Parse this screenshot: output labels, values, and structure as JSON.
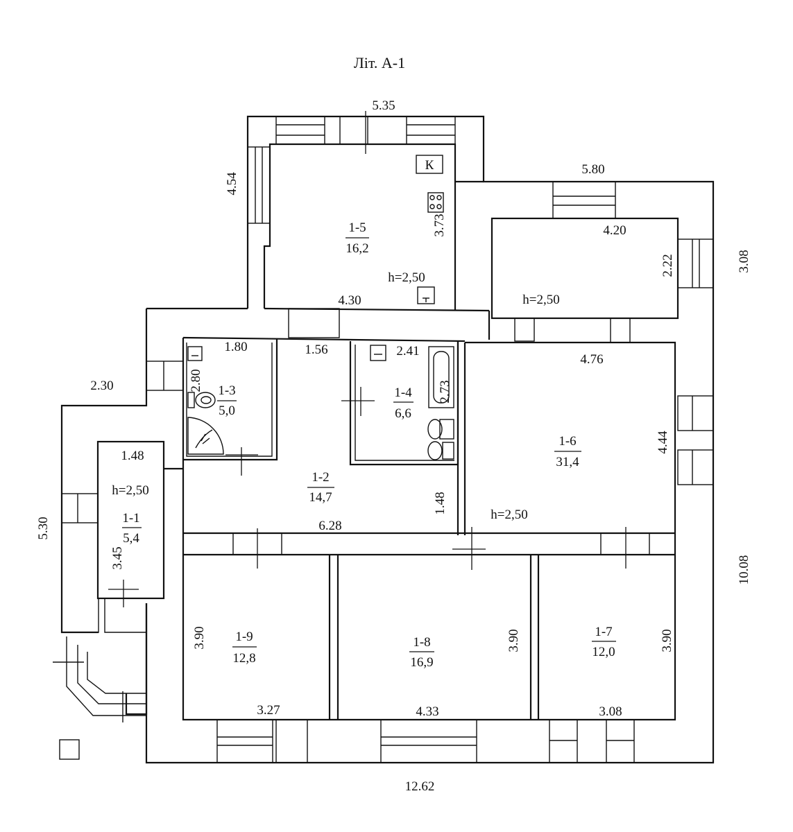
{
  "title": "Літ. А-1",
  "outer_dimensions": {
    "top": "5.35",
    "left_upper": "4.54",
    "right_upper_top": "5.80",
    "right_upper_side": "3.08",
    "left_entry_top": "2.30",
    "left_lower": "5.30",
    "right_lower": "10.08",
    "bottom": "12.62"
  },
  "rooms": [
    {
      "id": "1-1",
      "area": "5,4",
      "height": "h=2,50",
      "dims": [
        "1.48",
        "3.45"
      ]
    },
    {
      "id": "1-2",
      "area": "14,7",
      "dims": [
        "1.56",
        "6.28",
        "1.48"
      ]
    },
    {
      "id": "1-3",
      "area": "5,0",
      "dims": [
        "1.80",
        "2.80"
      ]
    },
    {
      "id": "1-4",
      "area": "6,6",
      "dims": [
        "2.41",
        "2.73"
      ]
    },
    {
      "id": "1-5",
      "area": "16,2",
      "height": "h=2,50",
      "dims": [
        "3.73",
        "4.30"
      ],
      "symbol": "К"
    },
    {
      "id": "1-6",
      "area": "31,4",
      "height": "h=2,50",
      "dims": [
        "4.76",
        "4.44"
      ]
    },
    {
      "id": "1-7",
      "area": "12,0",
      "dims": [
        "3.90",
        "3.08"
      ]
    },
    {
      "id": "1-8",
      "area": "16,9",
      "dims": [
        "3.90",
        "4.33"
      ]
    },
    {
      "id": "1-9",
      "area": "12,8",
      "dims": [
        "3.90",
        "3.27"
      ]
    }
  ],
  "annex": {
    "height": "h=2,50",
    "dims": [
      "4.20",
      "2.22"
    ]
  }
}
